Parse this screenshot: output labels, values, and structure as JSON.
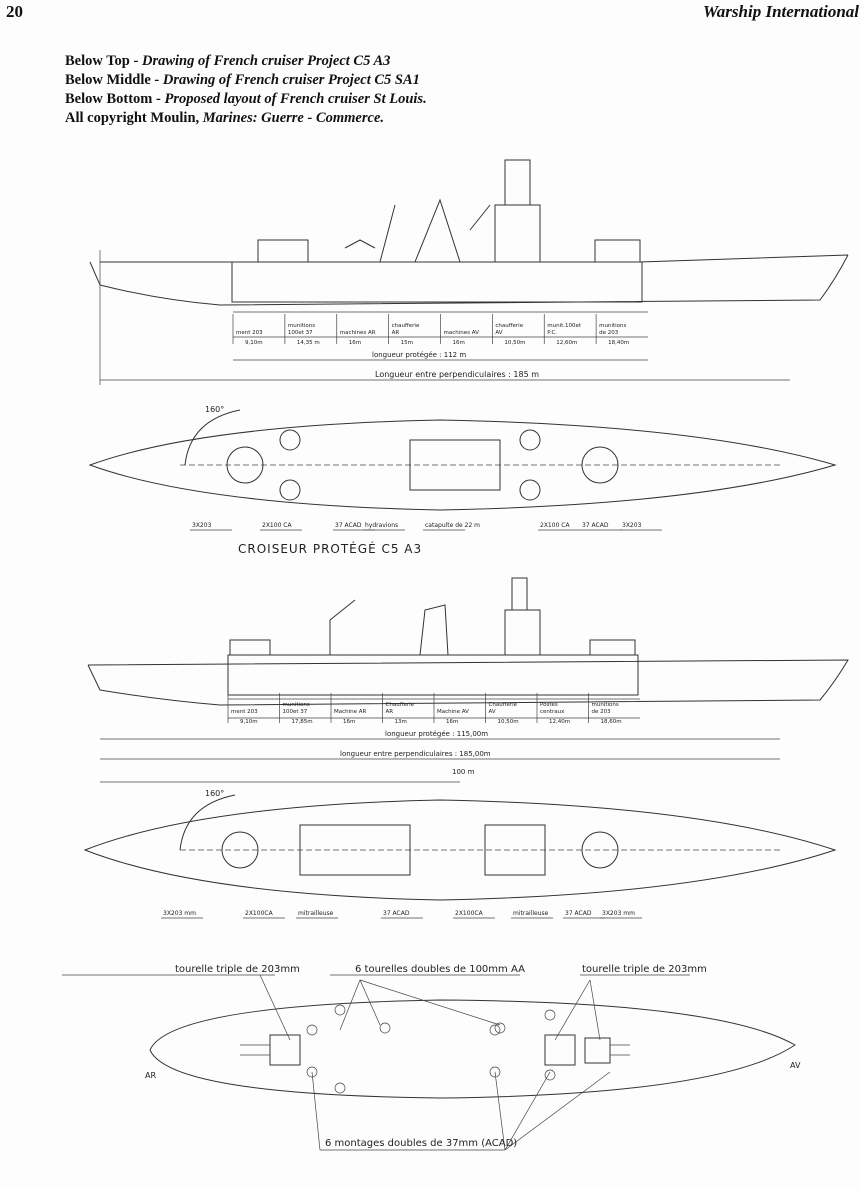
{
  "header": {
    "page_number": "20",
    "journal": "Warship International"
  },
  "caption": [
    {
      "label": "Below Top - ",
      "text": "Drawing of French cruiser Project C5 A3"
    },
    {
      "label": "Below Middle - ",
      "text": "Drawing of French cruiser Project C5 SA1"
    },
    {
      "label": "Below Bottom - ",
      "text": "Proposed layout of French cruiser St Louis."
    },
    {
      "label": "All copyright Moulin, ",
      "text": "Marines: Guerre - Commerce."
    }
  ],
  "drawing_top": {
    "sections": [
      "ment 203",
      "munitions 100et 37",
      "machines AR",
      "chaufferie AR",
      "machines AV",
      "chaufferie AV",
      "munit.100et P.C.",
      "munitions de 203"
    ],
    "lengths": [
      "9,10m",
      "14,35 m",
      "16m",
      "15m",
      "16m",
      "10,50m",
      "12,60m",
      "18,40m"
    ],
    "protected": "longueur protégée : 112 m",
    "overall": "Longueur entre perpendiculaires : 185 m",
    "angle": "160°",
    "callouts": [
      "3X203",
      "2X100 CA",
      "37 ACAD",
      "hydravions",
      "catapulte de 22 m",
      "2X100 CA",
      "37 ACAD",
      "3X203"
    ],
    "title": "CROISEUR   PROTÉGÉ   C5 A3"
  },
  "drawing_middle": {
    "sections": [
      "ment 203",
      "munitions 100et 37",
      "Machine AR",
      "Chaufferie AR",
      "Machine AV",
      "Chaufferie AV",
      "Postes centraux",
      "munitions de 203"
    ],
    "lengths": [
      "9,10m",
      "17,85m",
      "16m",
      "13m",
      "16m",
      "10,50m",
      "12,40m",
      "18,60m"
    ],
    "protected": "longueur protégée : 115,00m",
    "overall": "longueur entre perpendiculaires : 185,00m",
    "scale": "100 m",
    "angle": "160°",
    "callouts": [
      "3X203 mm",
      "2X100CA",
      "mitrailleuse",
      "37 ACAD",
      "2X100CA",
      "mitrailleuse",
      "37 ACAD",
      "3X203 mm"
    ]
  },
  "drawing_bottom": {
    "labels": [
      "tourelle triple de 203mm",
      "6 tourelles doubles de 100mm AA",
      "tourelle triple de 203mm",
      "6 montages doubles de 37mm (ACAD)",
      "AR",
      "AV"
    ]
  }
}
